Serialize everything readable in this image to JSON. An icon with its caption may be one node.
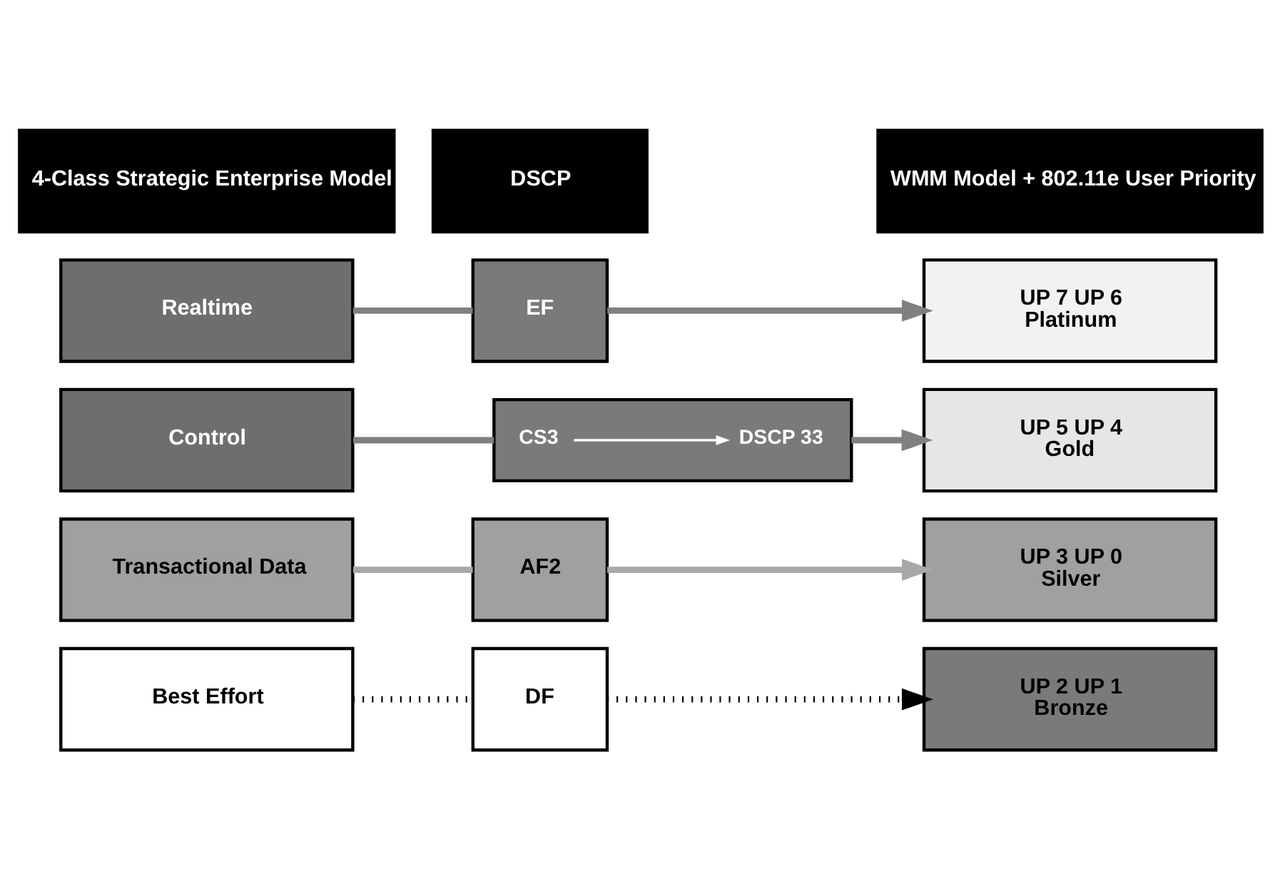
{
  "diagram": {
    "nodes": [
      {
        "text": [
          "4-Class Strategic Enterprise Model"
        ]
      },
      {
        "text": [
          "DSCP"
        ]
      },
      {
        "text": [
          "WMM Model + 802.11e User Priority"
        ]
      },
      {
        "text": [
          "Realtime"
        ]
      },
      {
        "text": [
          "EF"
        ]
      },
      {
        "text": [
          "UP 7 UP 6",
          "Platinum"
        ]
      },
      {
        "text": [
          "Control"
        ]
      },
      {
        "text": [],
        "shape": "box"
      },
      {
        "text": [
          "CS3"
        ],
        "in": 7
      },
      {
        "text": [
          "DSCP 33"
        ],
        "in": 7
      },
      {
        "text": [
          "UP 5 UP 4",
          "Gold"
        ]
      },
      {
        "text": [
          "Transactional Data"
        ]
      },
      {
        "text": [
          "AF2"
        ]
      },
      {
        "text": [
          "UP 3 UP 0",
          "Silver"
        ]
      },
      {
        "text": [
          "Best Effort"
        ]
      },
      {
        "text": [
          "DF"
        ]
      },
      {
        "text": [
          "UP 2 UP 1",
          "Bronze"
        ]
      }
    ],
    "edges": [
      {
        "from": 3,
        "to": 4,
        "arrow": "none"
      },
      {
        "from": 4,
        "to": 5,
        "arrow": "to"
      },
      {
        "from": 6,
        "to": 7,
        "arrow": "none"
      },
      {
        "from": 8,
        "to": 9,
        "arrow": "to",
        "color": "#ffffff"
      },
      {
        "from": 7,
        "to": 10,
        "arrow": "to"
      },
      {
        "from": 11,
        "to": 12,
        "arrow": "none",
        "color": "#a8a8a8"
      },
      {
        "from": 12,
        "to": 13,
        "arrow": "to",
        "color": "#a8a8a8"
      },
      {
        "from": 14,
        "to": 15,
        "arrow": "none",
        "style": "dashed",
        "color": "#000000"
      },
      {
        "from": 15,
        "to": 16,
        "arrow": "to",
        "style": "dashed",
        "color": "#000000"
      }
    ]
  }
}
